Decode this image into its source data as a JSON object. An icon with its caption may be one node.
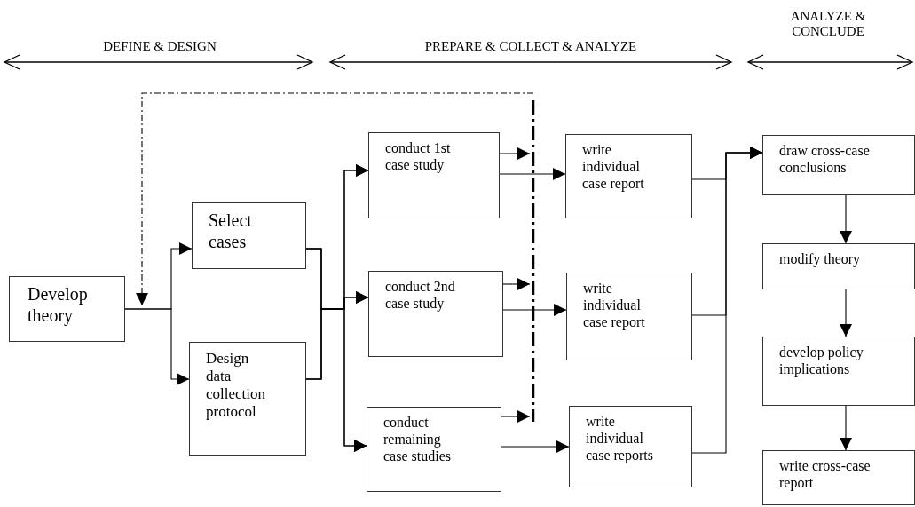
{
  "diagram": {
    "nodes": [
      {
        "text": [
          "Develop theory"
        ]
      },
      {
        "text": [
          "Select cases"
        ]
      },
      {
        "text": [
          "Design data collection protocol"
        ]
      },
      {
        "text": [
          "conduct 1st case study"
        ]
      },
      {
        "text": [
          "conduct 2nd case study"
        ]
      },
      {
        "text": [
          "conduct remaining case studies"
        ]
      },
      {
        "text": [
          "write individual case report"
        ]
      },
      {
        "text": [
          "write individual case report"
        ]
      },
      {
        "text": [
          "write individual case reports"
        ]
      },
      {
        "text": [
          "draw cross-case conclusions"
        ]
      },
      {
        "text": [
          "modify theory"
        ]
      },
      {
        "text": [
          "develop policy implications"
        ]
      },
      {
        "text": [
          "write cross-case report"
        ]
      },
      {
        "text": [],
        "shape": "bar"
      }
    ],
    "edges": [
      {
        "from": 0,
        "to": 1,
        "arrow": "to"
      },
      {
        "from": 0,
        "to": 2,
        "arrow": "to"
      },
      {
        "from": 1,
        "to": 3,
        "arrow": "to"
      },
      {
        "from": 1,
        "to": 4,
        "arrow": "to"
      },
      {
        "from": 1,
        "to": 5,
        "arrow": "to"
      },
      {
        "from": 2,
        "to": 3,
        "arrow": "to"
      },
      {
        "from": 2,
        "to": 4,
        "arrow": "to"
      },
      {
        "from": 2,
        "to": 5,
        "arrow": "to"
      },
      {
        "from": 3,
        "to": 6,
        "arrow": "to"
      },
      {
        "from": 4,
        "to": 7,
        "arrow": "to"
      },
      {
        "from": 5,
        "to": 8,
        "arrow": "to"
      },
      {
        "from": 6,
        "to": 9,
        "arrow": "to"
      },
      {
        "from": 7,
        "to": 9,
        "arrow": "to"
      },
      {
        "from": 8,
        "to": 9,
        "arrow": "to"
      },
      {
        "from": 9,
        "to": 10,
        "arrow": "to"
      },
      {
        "from": 10,
        "to": 11,
        "arrow": "to"
      },
      {
        "from": 11,
        "to": 12,
        "arrow": "to"
      },
      {
        "from": 3,
        "to": 13,
        "arrow": "to"
      },
      {
        "from": 4,
        "to": 13,
        "arrow": "to"
      },
      {
        "from": 5,
        "to": 13,
        "arrow": "to"
      },
      {
        "from": 13,
        "to": 0,
        "arrow": "to",
        "style": "dashed"
      }
    ],
    "labels": [
      "DEFINE & DESIGN",
      "PREPARE & COLLECT & ANALYZE",
      "ANALYZE & CONCLUDE"
    ]
  }
}
